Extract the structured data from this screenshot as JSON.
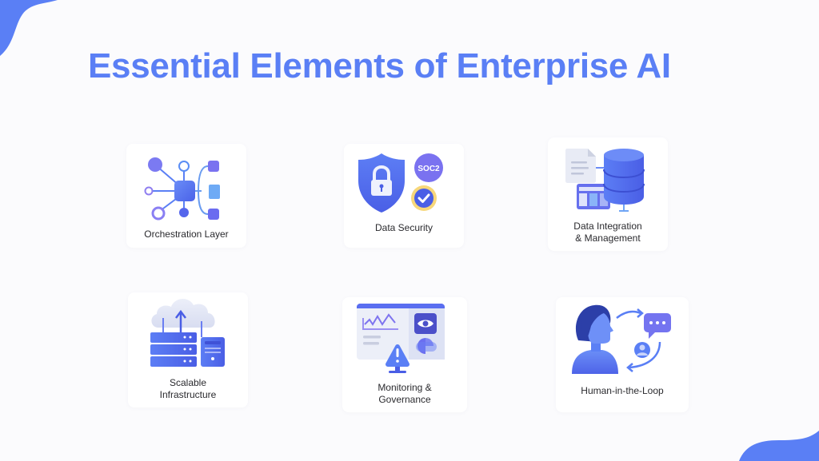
{
  "page": {
    "title": "Essential Elements of Enterprise AI",
    "accent_color": "#5a7ff5"
  },
  "elements": [
    {
      "label": "Orchestration Layer",
      "icon": "orchestration-network-icon"
    },
    {
      "label": "Data Security",
      "icon": "shield-lock-icon",
      "badge": "SOC2",
      "badge_icon": "checkmark-badge-icon"
    },
    {
      "label_line1": "Data Integration",
      "label_line2": "& Management",
      "icon": "database-document-icon"
    },
    {
      "label_line1": "Scalable",
      "label_line2": "Infrastructure",
      "icon": "cloud-server-icon"
    },
    {
      "label_line1": "Monitoring &",
      "label_line2": "Governance",
      "icon": "dashboard-alert-icon"
    },
    {
      "label": "Human-in-the-Loop",
      "icon": "person-chat-loop-icon"
    }
  ]
}
